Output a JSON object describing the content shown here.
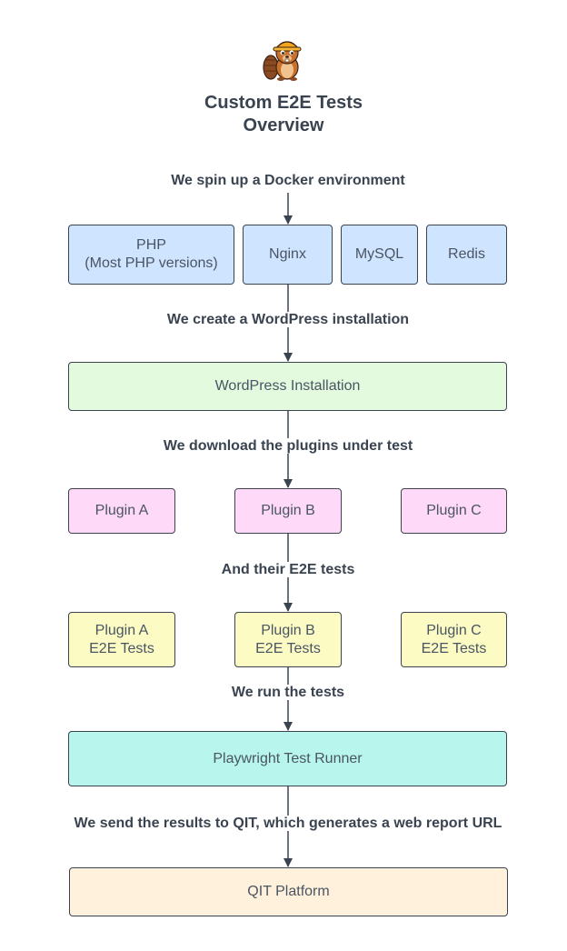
{
  "title": {
    "line1": "Custom E2E Tests",
    "line2": "Overview"
  },
  "steps": {
    "docker": "We spin up a Docker environment",
    "wordpress": "We create a WordPress installation",
    "plugins": "We download the plugins under test",
    "e2e": "And their E2E tests",
    "run": "We run the tests",
    "send": "We send the results to QIT, which generates a web report URL"
  },
  "docker_boxes": {
    "php_line1": "PHP",
    "php_line2": "(Most PHP versions)",
    "nginx": "Nginx",
    "mysql": "MySQL",
    "redis": "Redis"
  },
  "wordpress_box": "WordPress Installation",
  "plugins": [
    "Plugin A",
    "Plugin B",
    "Plugin C"
  ],
  "plugin_tests": [
    {
      "line1": "Plugin A",
      "line2": "E2E Tests"
    },
    {
      "line1": "Plugin B",
      "line2": "E2E Tests"
    },
    {
      "line1": "Plugin C",
      "line2": "E2E Tests"
    }
  ],
  "runner_box": "Playwright Test Runner",
  "platform_box": "QIT Platform",
  "colors": {
    "docker": "#cfe4ff",
    "wordpress": "#e3fadf",
    "plugins": "#ffd9f8",
    "tests": "#fcfbc4",
    "runner": "#b8f5ed",
    "platform": "#fff1dc",
    "stroke": "#3a4450"
  },
  "icons": {
    "mascot": "beaver-builder-mascot-icon"
  }
}
